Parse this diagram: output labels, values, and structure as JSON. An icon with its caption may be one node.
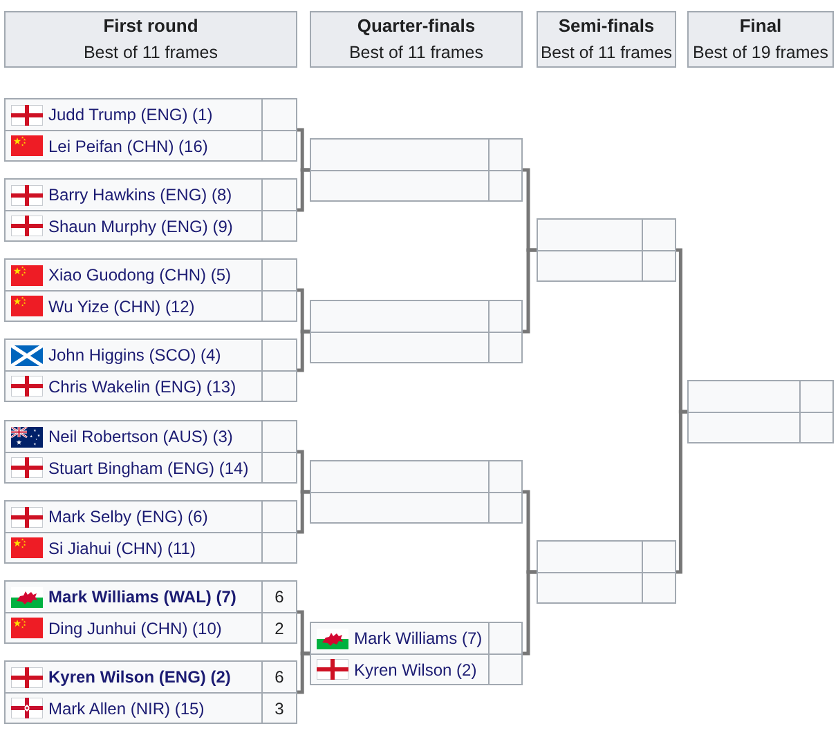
{
  "diagram": {
    "nodes": [
      {
        "text": [
          "First round",
          "Best of 11 frames"
        ]
      },
      {
        "text": [
          "Quarter-finals",
          "Best of 11 frames"
        ]
      },
      {
        "text": [
          "Semi-finals",
          "Best of 11 frames"
        ]
      },
      {
        "text": [
          "Final",
          "Best of 19 frames"
        ]
      },
      {
        "text": [],
        "shape": "box"
      },
      {
        "text": [
          "Judd Trump (ENG) (1)"
        ],
        "in": 4
      },
      {
        "text": [
          "Lei Peifan (CHN) (16)"
        ],
        "in": 4
      },
      {
        "text": [],
        "shape": "box"
      },
      {
        "text": [
          "Barry Hawkins (ENG) (8)"
        ],
        "in": 7
      },
      {
        "text": [
          "Shaun Murphy (ENG) (9)"
        ],
        "in": 7
      },
      {
        "text": [],
        "shape": "box"
      },
      {
        "text": [
          "Xiao Guodong (CHN) (5)"
        ],
        "in": 10
      },
      {
        "text": [
          "Wu Yize (CHN) (12)"
        ],
        "in": 10
      },
      {
        "text": [],
        "shape": "box"
      },
      {
        "text": [
          "John Higgins (SCO) (4)"
        ],
        "in": 13
      },
      {
        "text": [
          "Chris Wakelin (ENG) (13)"
        ],
        "in": 13
      },
      {
        "text": [],
        "shape": "box"
      },
      {
        "text": [
          "Neil Robertson (AUS) (3)"
        ],
        "in": 16
      },
      {
        "text": [
          "Stuart Bingham (ENG) (14)"
        ],
        "in": 16
      },
      {
        "text": [],
        "shape": "box"
      },
      {
        "text": [
          "Mark Selby (ENG) (6)"
        ],
        "in": 19
      },
      {
        "text": [
          "Si Jiahui (CHN) (11)"
        ],
        "in": 19
      },
      {
        "text": [],
        "shape": "box"
      },
      {
        "text": [
          "Mark Williams (WAL) (7)",
          "6"
        ],
        "in": 22
      },
      {
        "text": [
          "Ding Junhui (CHN) (10)",
          "2"
        ],
        "in": 22
      },
      {
        "text": [],
        "shape": "box"
      },
      {
        "text": [
          "Kyren Wilson (ENG) (2)",
          "6"
        ],
        "in": 25
      },
      {
        "text": [
          "Mark Allen (NIR) (15)",
          "3"
        ],
        "in": 25
      },
      {
        "text": [],
        "shape": "box"
      },
      {
        "text": [],
        "shape": "box",
        "in": 28
      },
      {
        "text": [],
        "shape": "box",
        "in": 28
      },
      {
        "text": [],
        "shape": "box"
      },
      {
        "text": [],
        "shape": "box",
        "in": 31
      },
      {
        "text": [],
        "shape": "box",
        "in": 31
      },
      {
        "text": [],
        "shape": "box"
      },
      {
        "text": [],
        "shape": "box",
        "in": 34
      },
      {
        "text": [],
        "shape": "box",
        "in": 34
      },
      {
        "text": [],
        "shape": "box"
      },
      {
        "text": [
          "Mark Williams (7)"
        ],
        "in": 37
      },
      {
        "text": [
          "Kyren Wilson (2)"
        ],
        "in": 37
      },
      {
        "text": [],
        "shape": "box"
      },
      {
        "text": [],
        "shape": "box",
        "in": 40
      },
      {
        "text": [],
        "shape": "box",
        "in": 40
      },
      {
        "text": [],
        "shape": "box"
      },
      {
        "text": [],
        "shape": "box",
        "in": 43
      },
      {
        "text": [],
        "shape": "box",
        "in": 43
      },
      {
        "text": [],
        "shape": "box"
      },
      {
        "text": [],
        "shape": "box",
        "in": 46
      },
      {
        "text": [],
        "shape": "box",
        "in": 46
      }
    ],
    "edges": [
      {
        "from": 4,
        "to": 28,
        "arrow": "none"
      },
      {
        "from": 7,
        "to": 28,
        "arrow": "none"
      },
      {
        "from": 10,
        "to": 31,
        "arrow": "none"
      },
      {
        "from": 13,
        "to": 31,
        "arrow": "none"
      },
      {
        "from": 16,
        "to": 34,
        "arrow": "none"
      },
      {
        "from": 19,
        "to": 34,
        "arrow": "none"
      },
      {
        "from": 22,
        "to": 37,
        "arrow": "none"
      },
      {
        "from": 25,
        "to": 37,
        "arrow": "none"
      },
      {
        "from": 28,
        "to": 40,
        "arrow": "none"
      },
      {
        "from": 31,
        "to": 40,
        "arrow": "none"
      },
      {
        "from": 34,
        "to": 43,
        "arrow": "none"
      },
      {
        "from": 37,
        "to": 43,
        "arrow": "none"
      },
      {
        "from": 40,
        "to": 46,
        "arrow": "none"
      },
      {
        "from": 43,
        "to": 46,
        "arrow": "none"
      }
    ]
  }
}
